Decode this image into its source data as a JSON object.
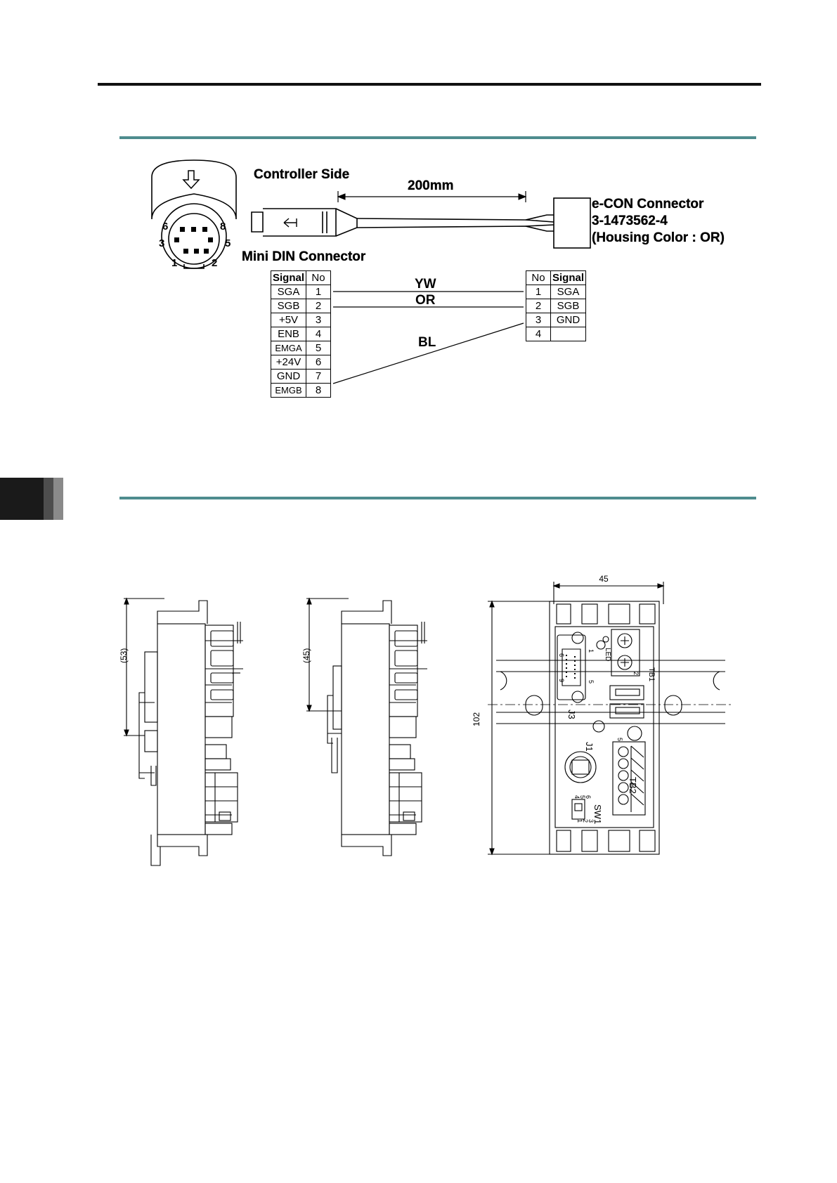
{
  "cable": {
    "controller_side_label": "Controller Side",
    "length_label": "200mm",
    "econ_name": "e-CON Connector",
    "econ_part": "3-1473562-4",
    "econ_housing": "(Housing Color : OR)",
    "mini_din_label": "Mini DIN Connector",
    "pin_labels": [
      "6",
      "8",
      "3",
      "5",
      "1",
      "2"
    ],
    "left_table": {
      "headers": [
        "Signal",
        "No"
      ],
      "rows": [
        [
          "SGA",
          "1"
        ],
        [
          "SGB",
          "2"
        ],
        [
          "+5V",
          "3"
        ],
        [
          "ENB",
          "4"
        ],
        [
          "EMGA",
          "5"
        ],
        [
          "+24V",
          "6"
        ],
        [
          "GND",
          "7"
        ],
        [
          "EMGB",
          "8"
        ]
      ]
    },
    "right_table": {
      "headers": [
        "No",
        "Signal"
      ],
      "rows": [
        [
          "1",
          "SGA"
        ],
        [
          "2",
          "SGB"
        ],
        [
          "3",
          "GND"
        ],
        [
          "4",
          ""
        ]
      ]
    },
    "wires": [
      "YW",
      "OR",
      "BL"
    ]
  },
  "drawing": {
    "dim_side1": "(53)",
    "dim_side2": "(45)",
    "dim_width": "45",
    "dim_height": "102",
    "labels": {
      "j3": "J3",
      "j1": "J1",
      "tb1": "TB1",
      "tb2": "TB2",
      "sw1": "SW1",
      "led": "LED",
      "j3_pin1": "1",
      "j3_pin5": "5",
      "j3_pin6": "6",
      "j3_pin9": "9",
      "tb1_pin": "2",
      "tb2_pin": "5",
      "sw_pins": [
        "6",
        "5",
        "4",
        "3",
        "2",
        "1"
      ]
    }
  }
}
